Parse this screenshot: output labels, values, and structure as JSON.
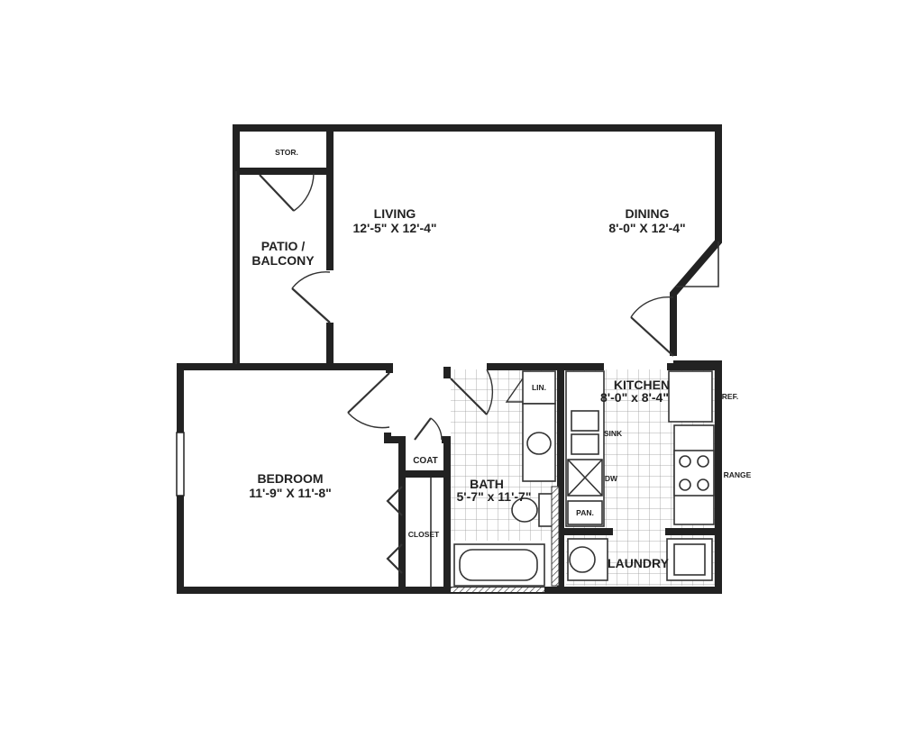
{
  "rooms": {
    "storage": "STOR.",
    "patio_line1": "PATIO /",
    "patio_line2": "BALCONY",
    "living": "LIVING",
    "living_dim": "12'-5\" X 12'-4\"",
    "dining": "DINING",
    "dining_dim": "8'-0\" X 12'-4\"",
    "bedroom": "BEDROOM",
    "bedroom_dim": "11'-9\" X 11'-8\"",
    "bath": "BATH",
    "bath_dim": "5'-7\" x 11'-7\"",
    "kitchen": "KITCHEN",
    "kitchen_dim": "8'-0\" x 8'-4\"",
    "laundry": "LAUNDRY",
    "coat": "COAT",
    "closet": "CLOSET",
    "linen": "LIN.",
    "pantry": "PAN."
  },
  "fixtures": {
    "refrigerator": "REF.",
    "sink": "SINK",
    "dishwasher": "DW",
    "range": "RANGE"
  }
}
